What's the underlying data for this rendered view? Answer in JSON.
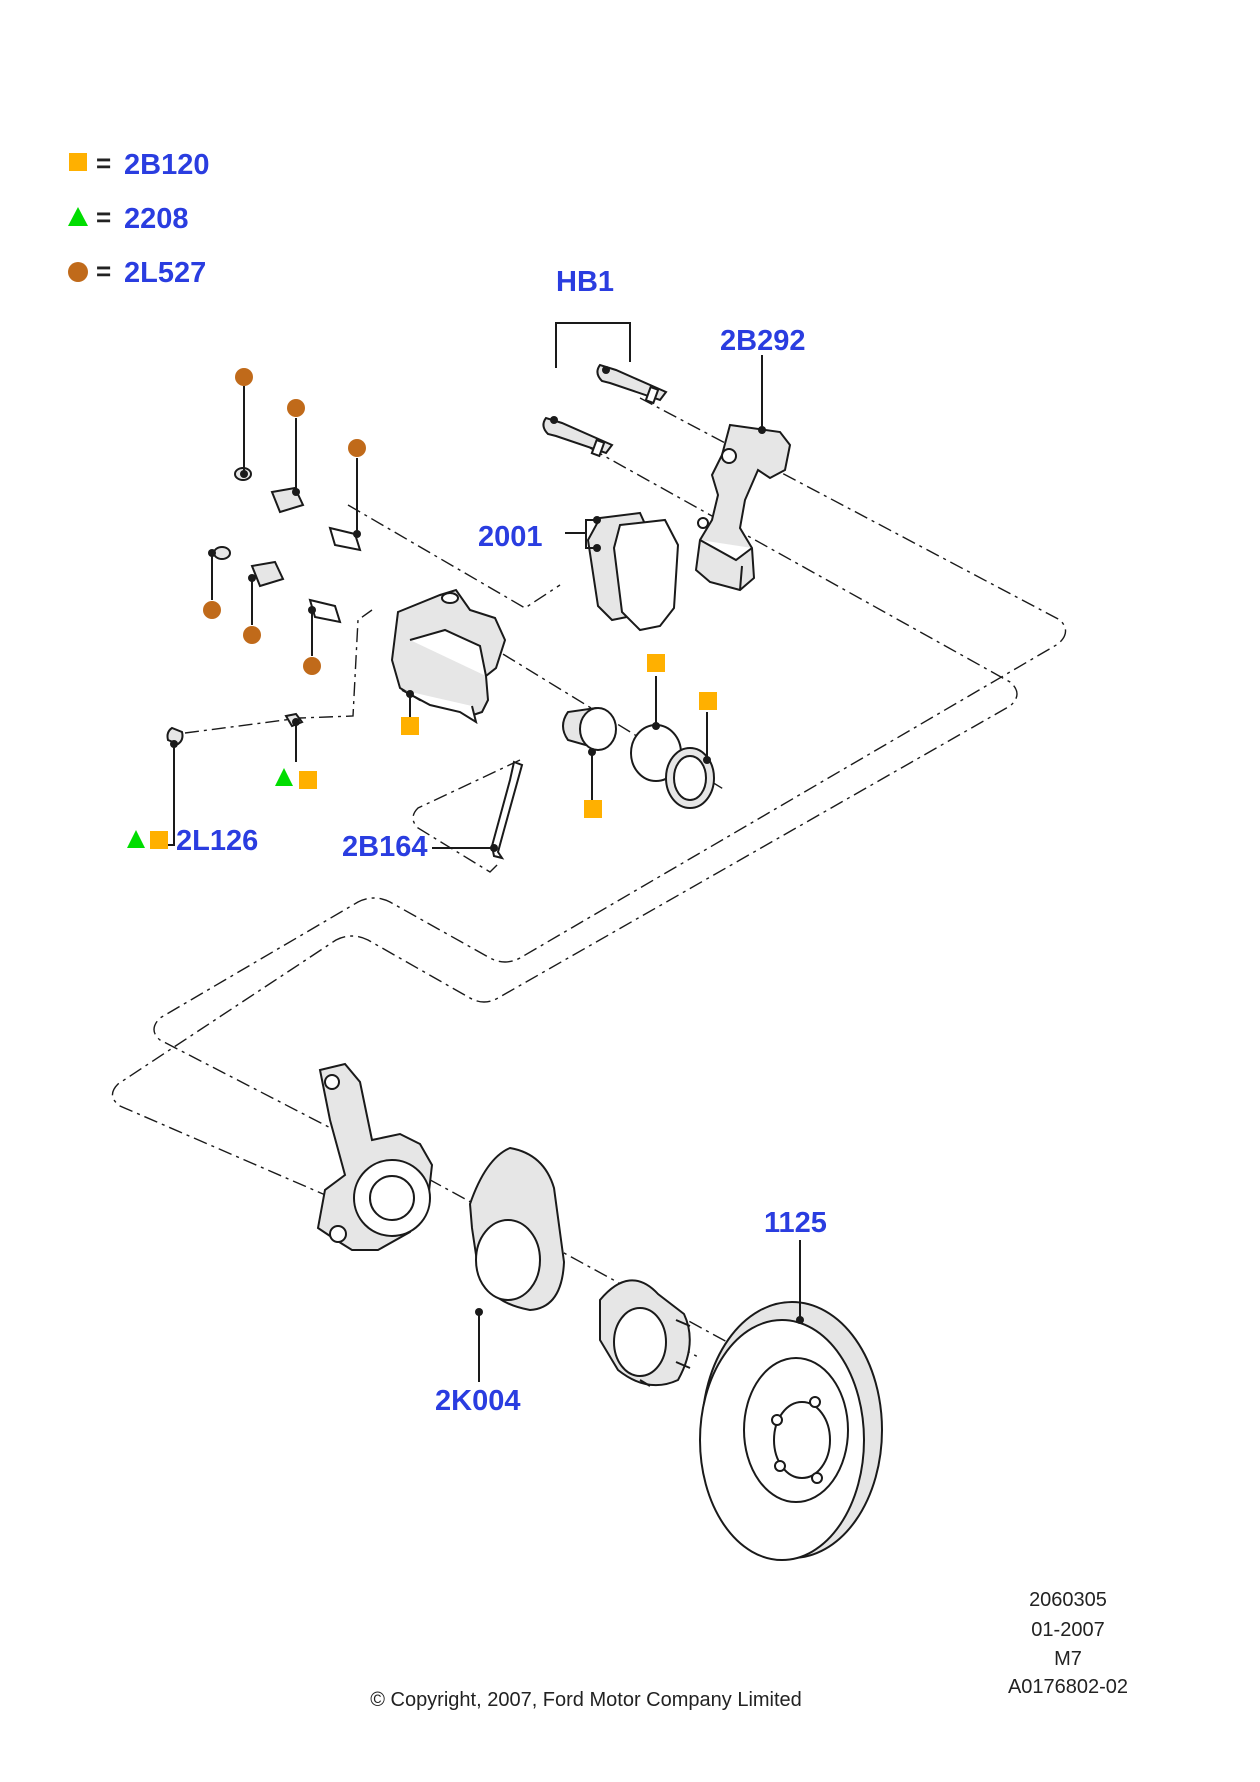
{
  "legend": {
    "items": [
      {
        "symbol": "square",
        "color": "#ffb000",
        "equals": "=",
        "code": "2B120"
      },
      {
        "symbol": "triangle",
        "color": "#00dd00",
        "equals": "=",
        "code": "2208"
      },
      {
        "symbol": "circle",
        "color": "#c06a1a",
        "equals": "=",
        "code": "2L527"
      }
    ]
  },
  "labels": {
    "hb1": "HB1",
    "l2b292": "2B292",
    "l2001": "2001",
    "l2l126": "2L126",
    "l2b164": "2B164",
    "l1125": "1125",
    "l2k004": "2K004"
  },
  "colors": {
    "label_blue": "#2a3de0",
    "square_orange": "#ffb000",
    "triangle_green": "#00dd00",
    "circle_brown": "#c06a1a"
  },
  "footer": {
    "id_number": "2060305",
    "date": "01-2007",
    "model": "M7",
    "ref_code": "A0176802-02",
    "copyright": "© Copyright, 2007, Ford Motor Company Limited"
  }
}
